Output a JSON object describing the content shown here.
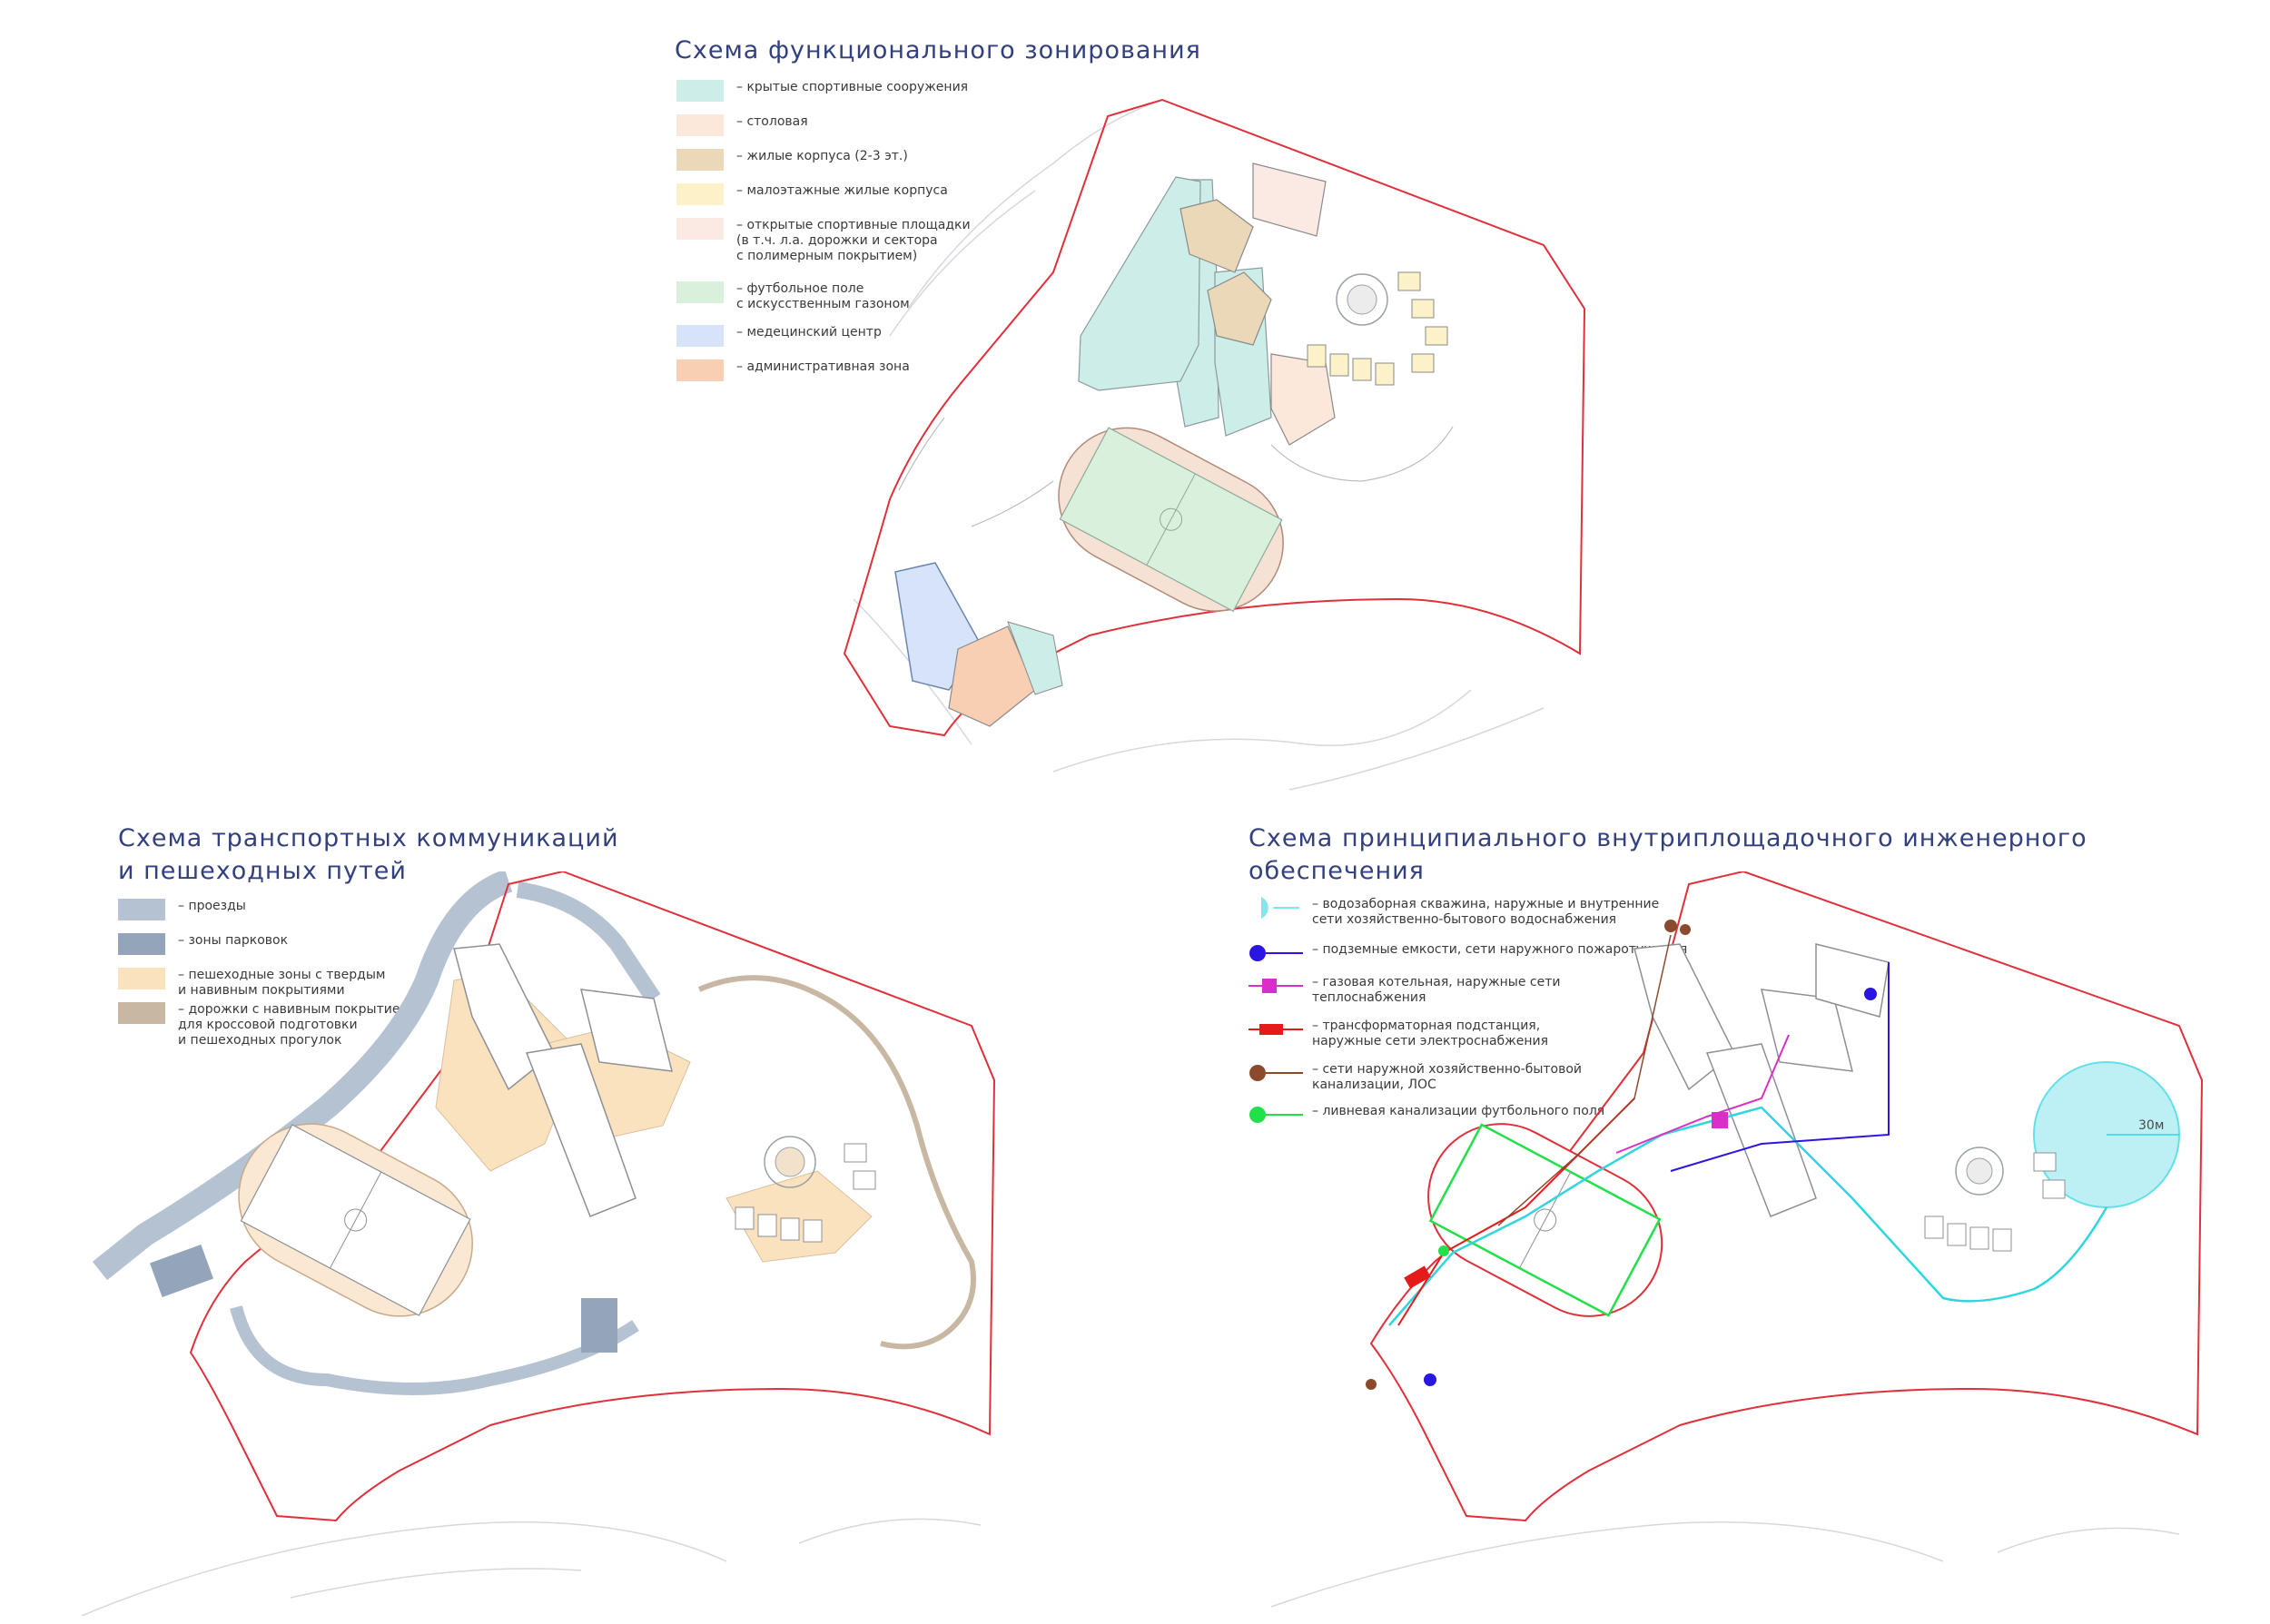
{
  "panel_zoning": {
    "title": "Схема функционального зонирования",
    "legend": [
      {
        "label": "– крытые спортивные сооружения",
        "color": "#cdeee8"
      },
      {
        "label": "– столовая",
        "color": "#fbe8da"
      },
      {
        "label": "– жилые корпуса (2-3 эт.)",
        "color": "#ead8b8"
      },
      {
        "label": "– малоэтажные жилые корпуса",
        "color": "#fcf1c8"
      },
      {
        "label": "– открытые спортивные площадки\n(в т.ч. л.а. дорожки и сектора\nс полимерным покрытием)",
        "color": "#fbeae4"
      },
      {
        "label": "– футбольное поле\nс искусственным газоном",
        "color": "#d9f1dc"
      },
      {
        "label": "– медецинский центр",
        "color": "#d6e3f8"
      },
      {
        "label": "– административная зона",
        "color": "#f8cfb3"
      }
    ]
  },
  "panel_transport": {
    "title": "Схема транспортных коммуникаций\nи пешеходных путей",
    "legend": [
      {
        "label": "– проезды",
        "color": "#b5c2d1"
      },
      {
        "label": "– зоны парковок",
        "color": "#93a4bb"
      },
      {
        "label": "– пешеходные зоны с твердым\nи навивным покрытиями",
        "color": "#fae2bf"
      },
      {
        "label": "– дорожки с навивным покрытием\nдля кроссовой подготовки\nи пешеходных прогулок",
        "color": "#c8b7a3"
      }
    ]
  },
  "panel_engineering": {
    "title": "Схема принципиального внутриплощадочного инженерного\nобеспечения",
    "legend": [
      {
        "label": "– водозаборная скважина, наружные и внутренние\nсети хозяйственно-бытового водоснабжения",
        "color": "#2fd6e0",
        "marker": "halfcircle"
      },
      {
        "label": "– подземные емкости, сети наружного пожаротушения",
        "color": "#2a16e0",
        "marker": "dot"
      },
      {
        "label": "– газовая котельная, наружные сети\nтеплоснабжения",
        "color": "#d92fc8",
        "marker": "square"
      },
      {
        "label": "– трансформаторная подстанция,\nнаружные сети электроснабжения",
        "color": "#e51a1a",
        "marker": "rect"
      },
      {
        "label": "– сети наружной хозяйственно-бытовой\nканализации, ЛОС",
        "color": "#8b4a2b",
        "marker": "dot"
      },
      {
        "label": "– ливневая канализации футбольного поля",
        "color": "#22e04a",
        "marker": "dot"
      }
    ],
    "radius_label": "30м"
  },
  "colors": {
    "boundary": "#e0303a",
    "line": "#9aa0a6",
    "ink": "#33407f"
  }
}
